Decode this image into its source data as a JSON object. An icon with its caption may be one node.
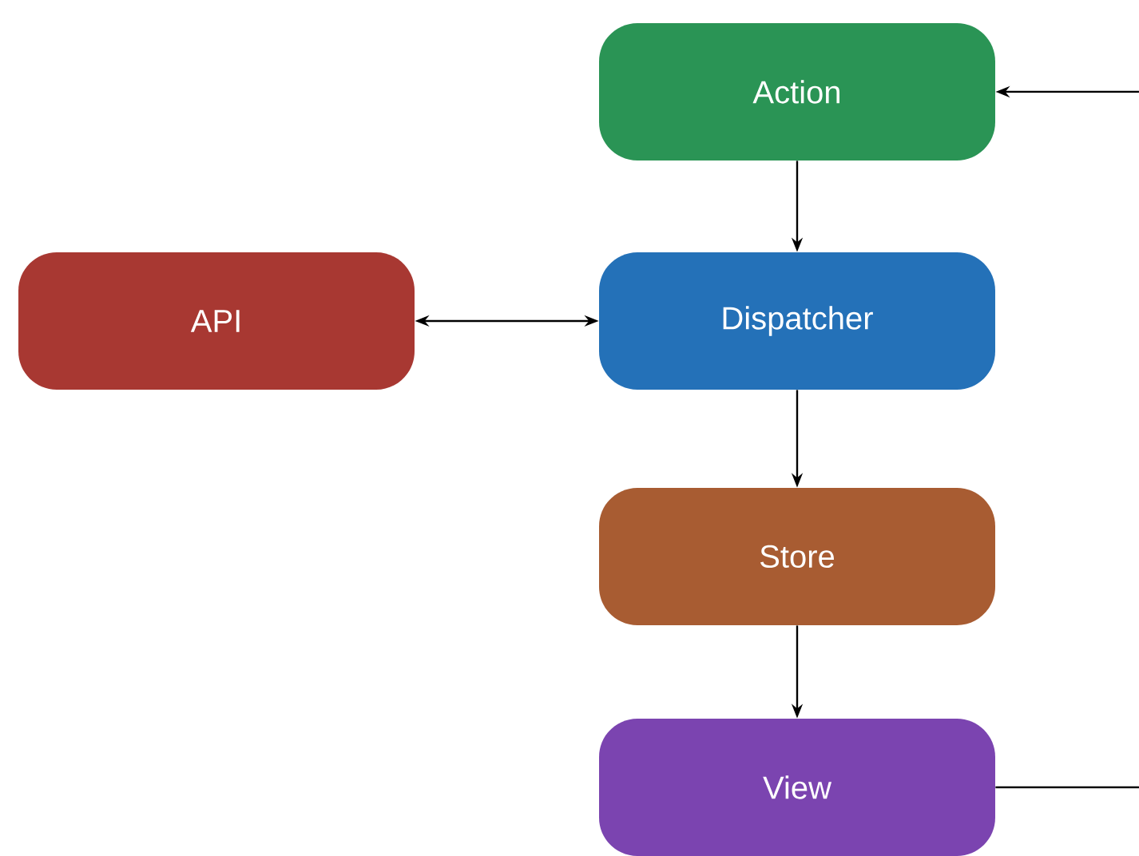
{
  "diagram": {
    "nodes": [
      {
        "text": [
          "Action"
        ]
      },
      {
        "text": [
          "API"
        ]
      },
      {
        "text": [
          "Dispatcher"
        ]
      },
      {
        "text": [
          "Store"
        ]
      },
      {
        "text": [
          "View"
        ]
      }
    ],
    "edges": [
      {
        "from": null,
        "to": 0,
        "arrow": "to"
      },
      {
        "from": 0,
        "to": 2,
        "arrow": "to"
      },
      {
        "from": 1,
        "to": 2,
        "arrow": "both"
      },
      {
        "from": 2,
        "to": 3,
        "arrow": "to"
      },
      {
        "from": 3,
        "to": 4,
        "arrow": "to"
      },
      {
        "from": 4,
        "to": null,
        "arrow": "none"
      }
    ]
  }
}
